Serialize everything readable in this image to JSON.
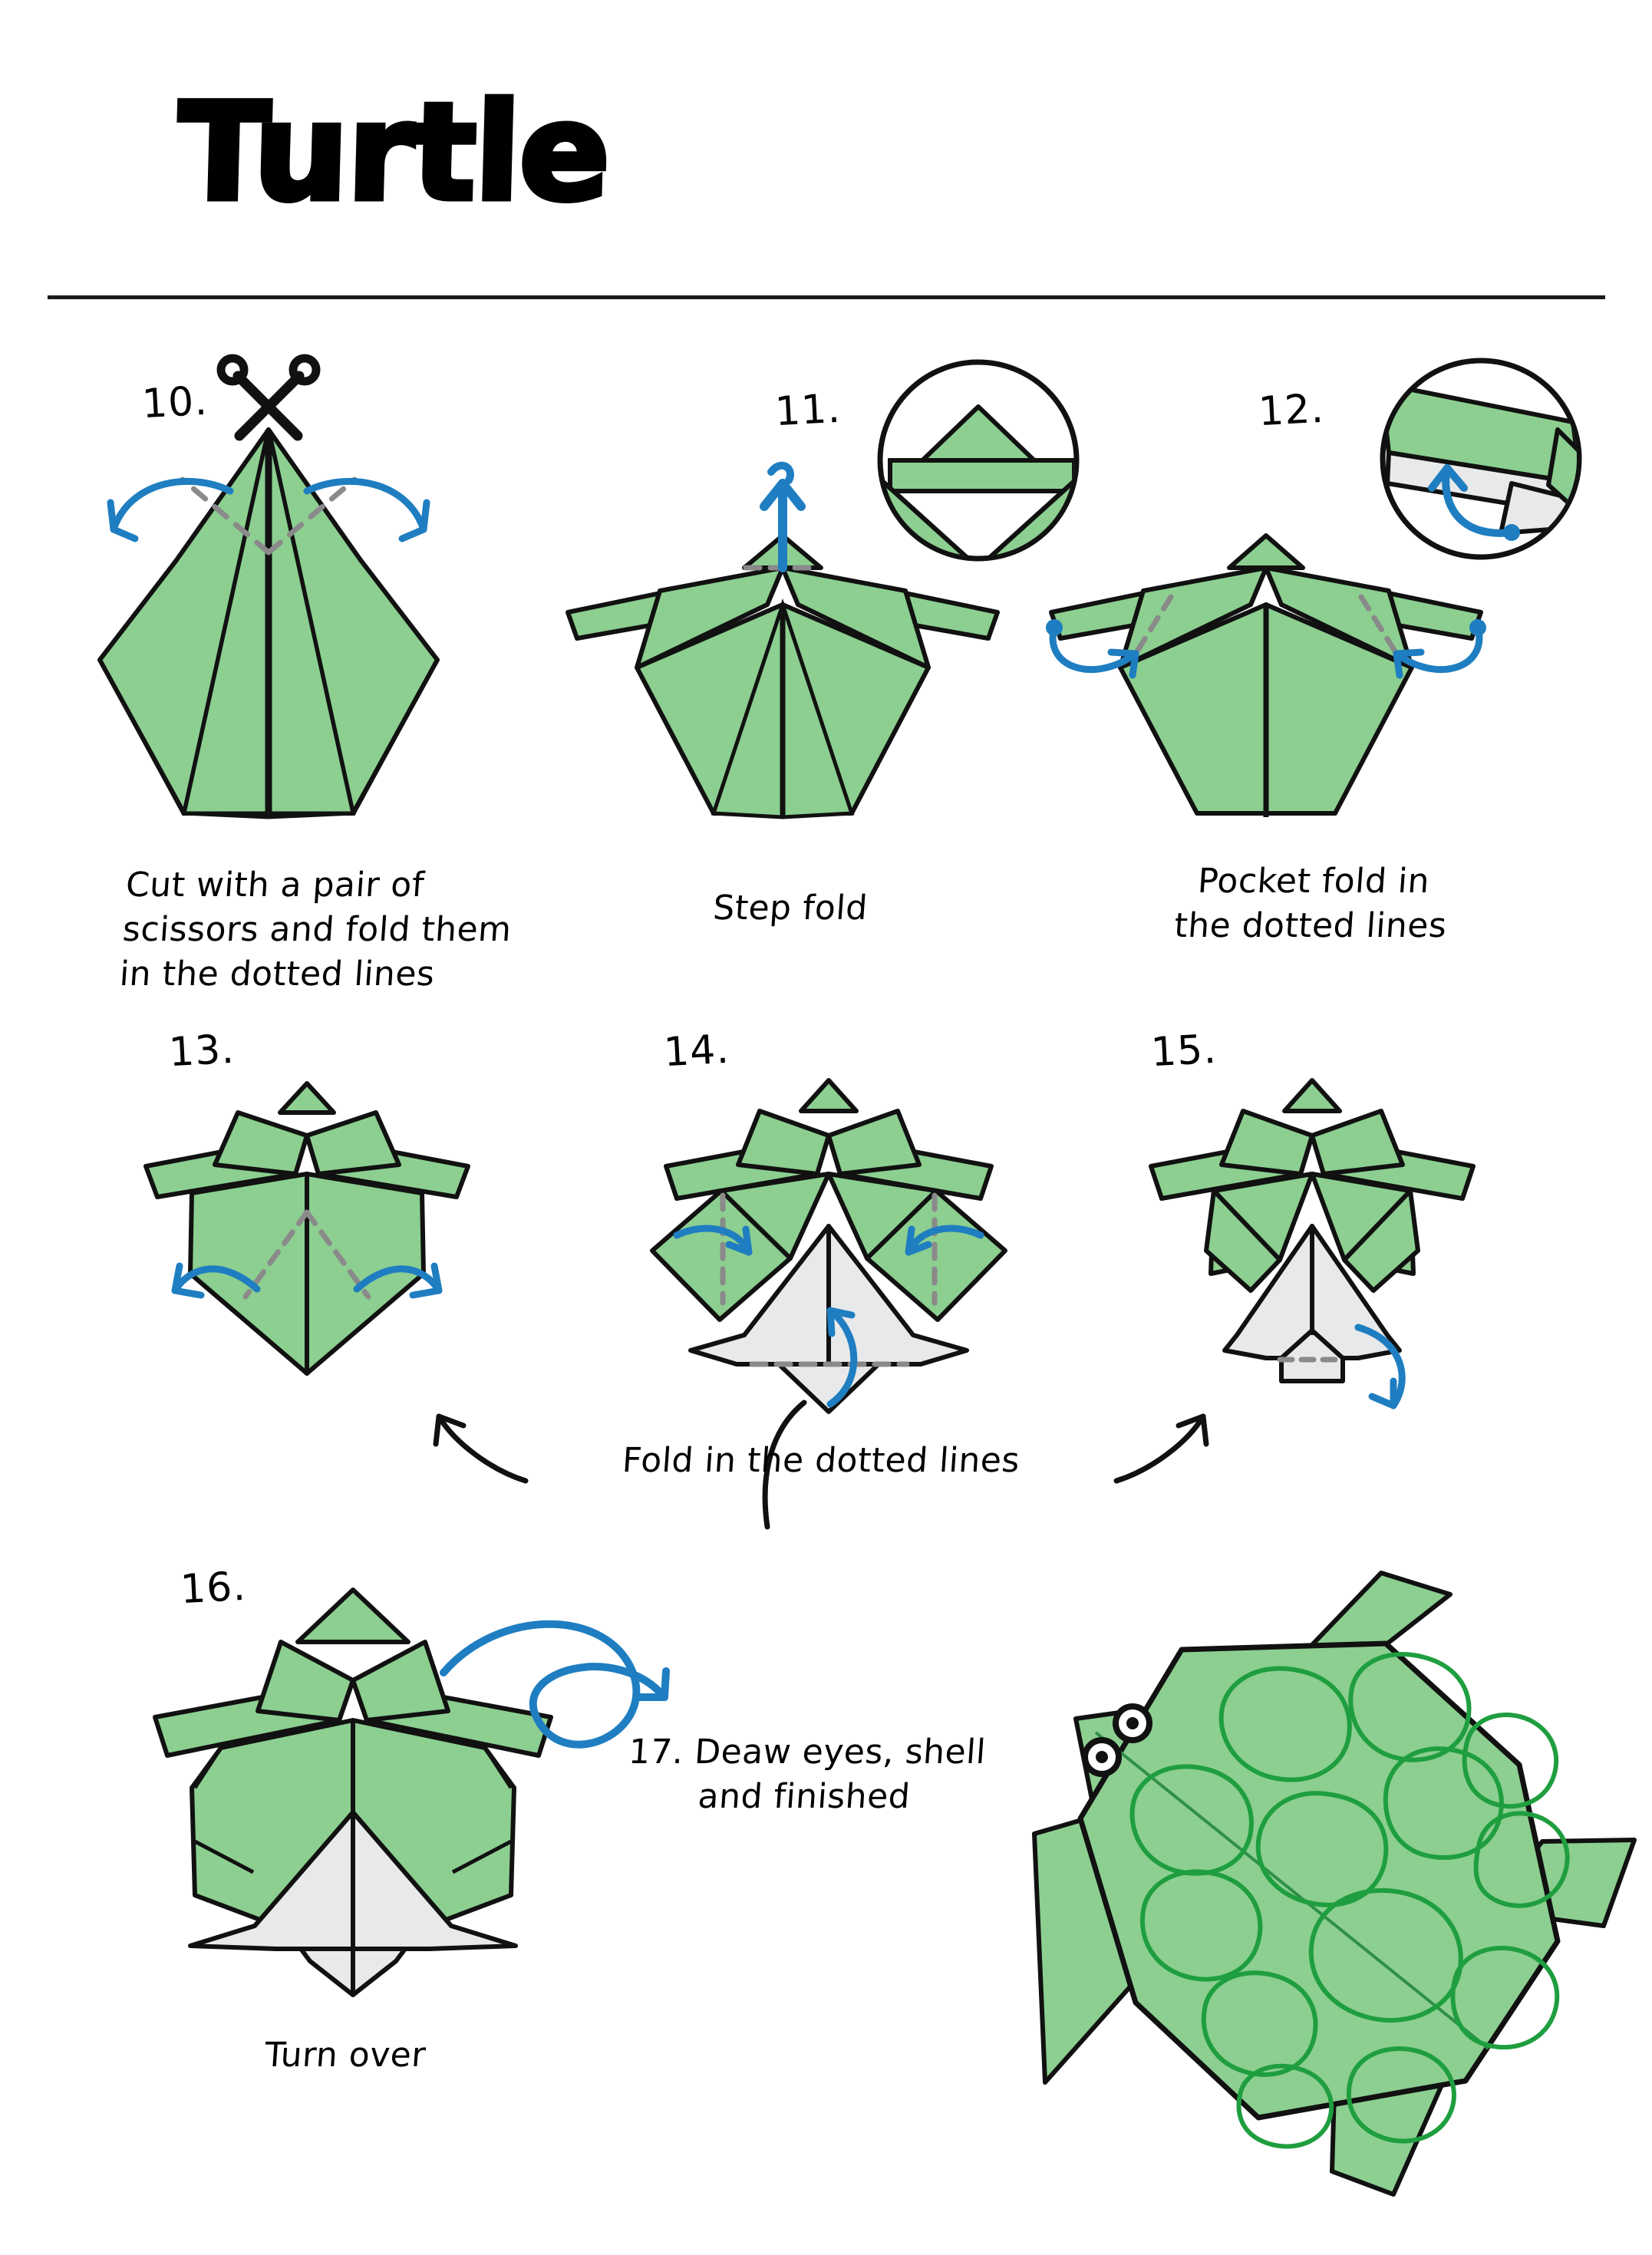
{
  "document": {
    "title": "Turtle",
    "type": "origami-instruction-sheet",
    "page_background": "#ffffff"
  },
  "colors": {
    "paper_green": "#7dc783",
    "paper_green_light": "#8ccf90",
    "paper_white": "#e8e9ea",
    "outline_black": "#111111",
    "fold_arrow_blue": "#1f7ec1",
    "dotted_gray": "#8a8a8a",
    "shell_line_green": "#1f9e3f",
    "rule_black": "#1a1a1a"
  },
  "steps": [
    {
      "number": "10.",
      "caption": "Cut with a pair of\nscissors and fold them\nin the dotted lines",
      "caption_lines": [
        "Cut with a pair of",
        "scissors and fold them",
        "in the dotted lines"
      ],
      "icons": [
        "scissors-icon"
      ],
      "arrows": [
        "fold-arrow-left",
        "fold-arrow-right"
      ],
      "has_inset": false
    },
    {
      "number": "11.",
      "caption": "Step fold",
      "caption_lines": [
        "Step fold"
      ],
      "icons": [
        "step-fold-arrow-icon"
      ],
      "arrows": [
        "step-fold-up-arrow"
      ],
      "has_inset": true,
      "inset_name": "step-fold-detail"
    },
    {
      "number": "12.",
      "caption": "Pocket fold in\nthe dotted lines",
      "caption_lines": [
        "Pocket fold in",
        "the dotted lines"
      ],
      "icons": [],
      "arrows": [
        "pocket-fold-arrow-left",
        "pocket-fold-arrow-right"
      ],
      "has_inset": true,
      "inset_name": "pocket-fold-detail"
    },
    {
      "number": "13.",
      "caption": "",
      "caption_lines": [],
      "icons": [],
      "arrows": [
        "fold-arrow-left",
        "fold-arrow-right"
      ],
      "has_inset": false
    },
    {
      "number": "14.",
      "caption": "",
      "caption_lines": [],
      "icons": [],
      "arrows": [
        "fold-arrow-left",
        "fold-arrow-right",
        "fold-arrow-up"
      ],
      "has_inset": false
    },
    {
      "number": "15.",
      "caption": "",
      "caption_lines": [],
      "icons": [],
      "arrows": [
        "fold-arrow-down"
      ],
      "has_inset": false
    },
    {
      "number": "16.",
      "caption": "Turn over",
      "caption_lines": [
        "Turn over"
      ],
      "icons": [],
      "arrows": [
        "turn-over-loop-arrow"
      ],
      "has_inset": false
    },
    {
      "number": "17.",
      "caption": "17. Deaw eyes, shell\nand finished",
      "caption_lines": [
        "17. Deaw eyes, shell",
        "and finished"
      ],
      "icons": [
        "turtle-eye-left",
        "turtle-eye-right"
      ],
      "arrows": [],
      "has_inset": false
    }
  ],
  "group_caption": {
    "text": "Fold in the dotted lines",
    "arrow_left": "curved-arrow-left",
    "arrow_right": "curved-arrow-right",
    "arrow_center": "curved-arrow-center"
  },
  "final_figure": {
    "name": "finished-origami-turtle",
    "description": "Green origami sea turtle with patterned shell, four flippers, head and tail"
  }
}
